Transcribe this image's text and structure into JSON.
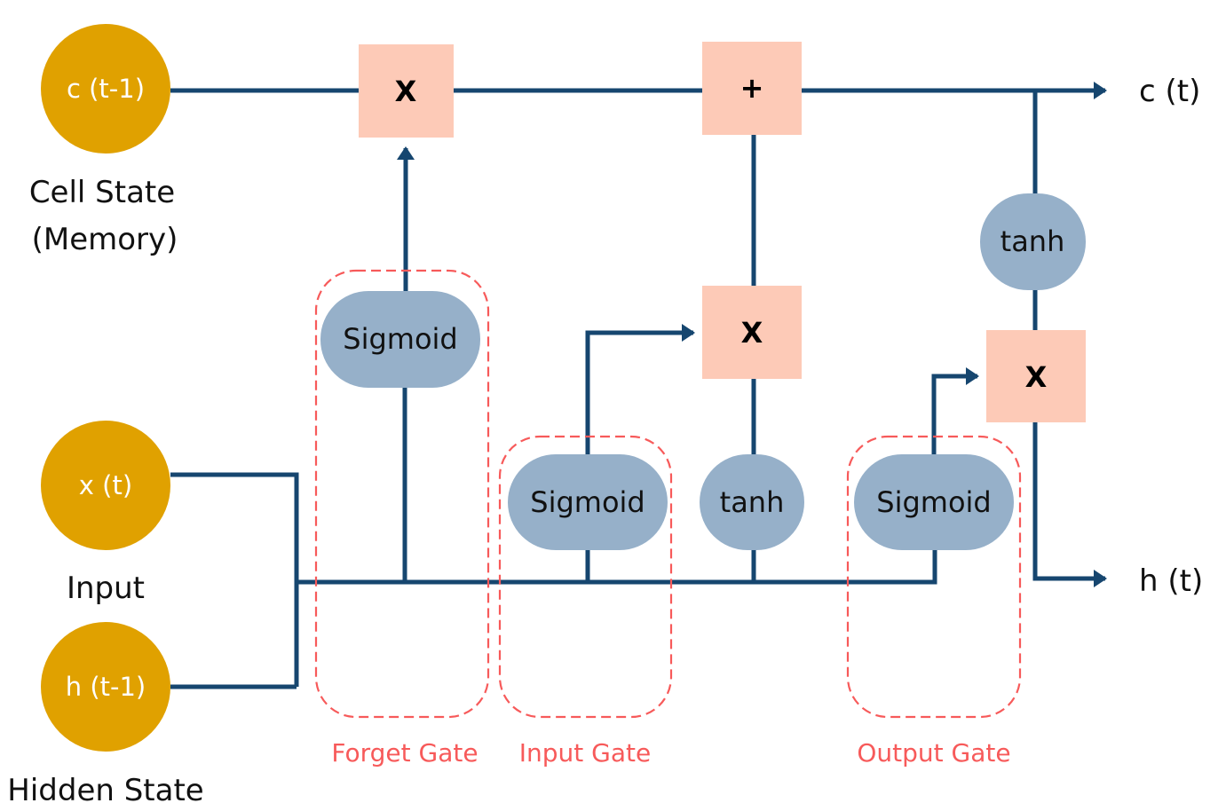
{
  "nodes": {
    "c_prev": "c (t-1)",
    "x_t": "x (t)",
    "h_prev": "h (t-1)",
    "c_out": "c (t)",
    "h_out": "h (t)"
  },
  "labels": {
    "cell_state_1": "Cell State",
    "cell_state_2": "(Memory)",
    "input": "Input",
    "hidden_state": "Hidden State"
  },
  "ops": {
    "forget_mult": "X",
    "add": "+",
    "input_mult": "X",
    "output_mult": "X"
  },
  "activations": {
    "forget_sigmoid": "Sigmoid",
    "input_sigmoid": "Sigmoid",
    "input_tanh": "tanh",
    "output_sigmoid": "Sigmoid",
    "cell_tanh": "tanh"
  },
  "gates": {
    "forget": "Forget Gate",
    "input": "Input Gate",
    "output": "Output Gate"
  },
  "colors": {
    "line": "#16466f",
    "state_circle": "#e0a100",
    "operation_box": "#fdcab7",
    "activation": "#96b0c9",
    "gate_outline": "#f75a5a"
  }
}
